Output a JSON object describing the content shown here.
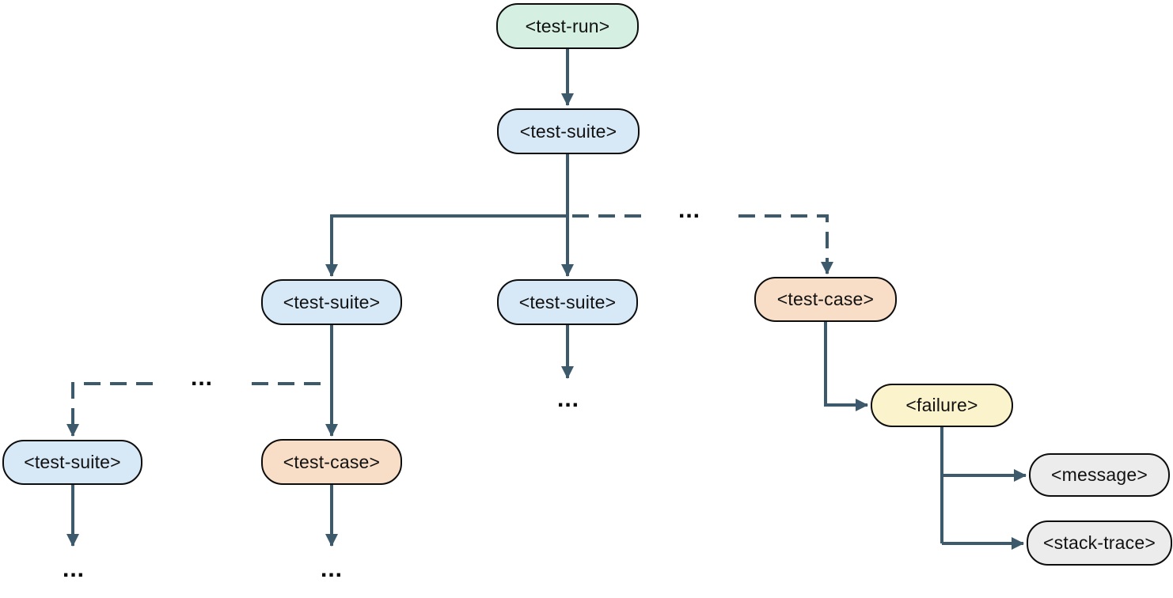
{
  "diagram": {
    "type": "tree",
    "ellipsis": "...",
    "colors": {
      "node_border": "#0d0d0d",
      "connector": "#3c5a6b",
      "test_run_fill": "#d5f0e2",
      "test_suite_fill": "#d7e8f6",
      "test_case_fill": "#f8ddc7",
      "failure_fill": "#faf3cb",
      "generic_fill": "#ececec"
    }
  },
  "nodes": [
    {
      "id": "test-run",
      "label": "<test-run>",
      "fill": "#d5f0e2"
    },
    {
      "id": "test-suite-root",
      "label": "<test-suite>",
      "fill": "#d7e8f6"
    },
    {
      "id": "test-suite-child-a",
      "label": "<test-suite>",
      "fill": "#d7e8f6"
    },
    {
      "id": "test-suite-child-b",
      "label": "<test-suite>",
      "fill": "#d7e8f6"
    },
    {
      "id": "test-case-right",
      "label": "<test-case>",
      "fill": "#f8ddc7"
    },
    {
      "id": "test-suite-far-left",
      "label": "<test-suite>",
      "fill": "#d7e8f6"
    },
    {
      "id": "test-case-mid",
      "label": "<test-case>",
      "fill": "#f8ddc7"
    },
    {
      "id": "failure",
      "label": "<failure>",
      "fill": "#faf3cb"
    },
    {
      "id": "message",
      "label": "<message>",
      "fill": "#ececec"
    },
    {
      "id": "stack-trace",
      "label": "<stack-trace>",
      "fill": "#ececec"
    }
  ]
}
